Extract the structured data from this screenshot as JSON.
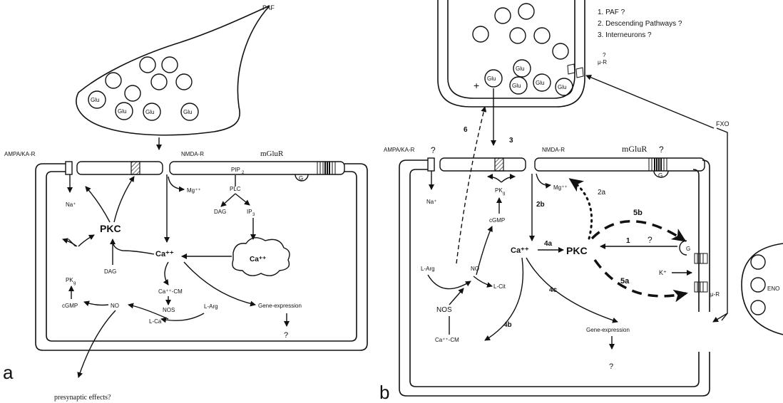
{
  "panel_a": {
    "panel_letter": "a",
    "paf": "PAF",
    "glu": "Glu",
    "ampa": "AMPA/KA-R",
    "nmda": "NMDA-R",
    "mglur": "mGluR",
    "pip2": "PIP",
    "pip2_sub": "2",
    "plc": "PLC",
    "g": "G",
    "mg": "Mg⁺⁺",
    "na": "Na⁺",
    "dag_top": "DAG",
    "ip3": "IP",
    "ip3_sub": "3",
    "pkc": "PKC",
    "ca": "Ca⁺⁺",
    "ca_store": "Ca⁺⁺",
    "dag_left": "DAG",
    "pkg": "PK",
    "pkg_sub": "g",
    "cgmp": "cGMP",
    "ca_cm": "Ca⁺⁺-CM",
    "nos": "NOS",
    "l_arg": "L-Arg",
    "no": "NO",
    "l_ca": "L-Ca",
    "gene": "Gene-expression",
    "q": "?",
    "presyn": "presynaptic effects?"
  },
  "panel_b": {
    "panel_letter": "b",
    "list1": "1. PAF ?",
    "list2": "2. Descending Pathways ?",
    "list3": "3. Interneurons ?",
    "q_mu": "?",
    "mu_r_top": "μ-R",
    "glu": "Glu",
    "plus": "+",
    "six": "6",
    "three": "3",
    "fxo": "FXO",
    "ampa": "AMPA/KA-R",
    "ampa_q": "?",
    "nmda": "NMDA-R",
    "mglur": "mGluR",
    "mglur_q": "?",
    "g": "G",
    "na": "Na⁺",
    "pkg": "PK",
    "pkg_sub": "g",
    "mg": "Mg⁺⁺",
    "two_a": "2a",
    "two_b": "2b",
    "five_b": "5b",
    "cgmp": "cGMP",
    "ca": "Ca⁺⁺",
    "four_a": "4a",
    "pkc": "PKC",
    "one": "1",
    "one_q": "?",
    "g2": "G",
    "l_arg": "L-Arg",
    "no": "NO",
    "l_cit": "L-Cit",
    "k": "K⁺",
    "eno": "ENO",
    "five_a": "5a",
    "four_c": "4c",
    "nos": "NOS",
    "four_b": "4b",
    "mu_r": "μ-R",
    "ca_cm": "Ca⁺⁺-CM",
    "gene": "Gene-expression",
    "q": "?"
  }
}
